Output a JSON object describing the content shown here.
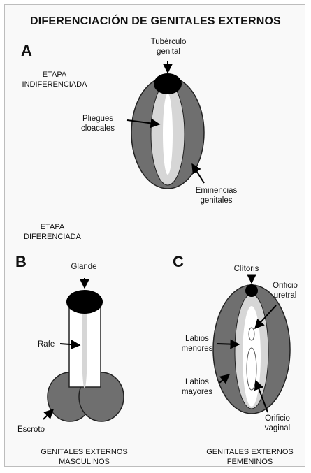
{
  "title": "DIFERENCIACIÓN DE GENITALES EXTERNOS",
  "panels": {
    "a": {
      "letter": "A",
      "stage_line1": "ETAPA",
      "stage_line2": "INDIFERENCIADA",
      "labels": {
        "tuberculo_1": "Tubérculo",
        "tuberculo_2": "genital",
        "pliegues_1": "Pliegues",
        "pliegues_2": "cloacales",
        "eminencias_1": "Eminencias",
        "eminencias_2": "genitales"
      }
    },
    "stage_diff_line1": "ETAPA",
    "stage_diff_line2": "DIFERENCIADA",
    "b": {
      "letter": "B",
      "labels": {
        "glande": "Glande",
        "rafe": "Rafe",
        "escroto": "Escroto"
      },
      "caption_1": "GENITALES EXTERNOS",
      "caption_2": "MASCULINOS"
    },
    "c": {
      "letter": "C",
      "labels": {
        "clitoris": "Clítoris",
        "orificio_uretral_1": "Orificio",
        "orificio_uretral_2": "uretral",
        "labios_menores_1": "Labios",
        "labios_menores_2": "menores",
        "labios_mayores_1": "Labios",
        "labios_mayores_2": "mayores",
        "orificio_vaginal_1": "Orificio",
        "orificio_vaginal_2": "vaginal"
      },
      "caption_1": "GENITALES EXTERNOS",
      "caption_2": "FEMENINOS"
    }
  },
  "colors": {
    "dark_gray": "#6f6f6f",
    "light_gray": "#d6d6d6",
    "black": "#000000",
    "white": "#ffffff"
  }
}
